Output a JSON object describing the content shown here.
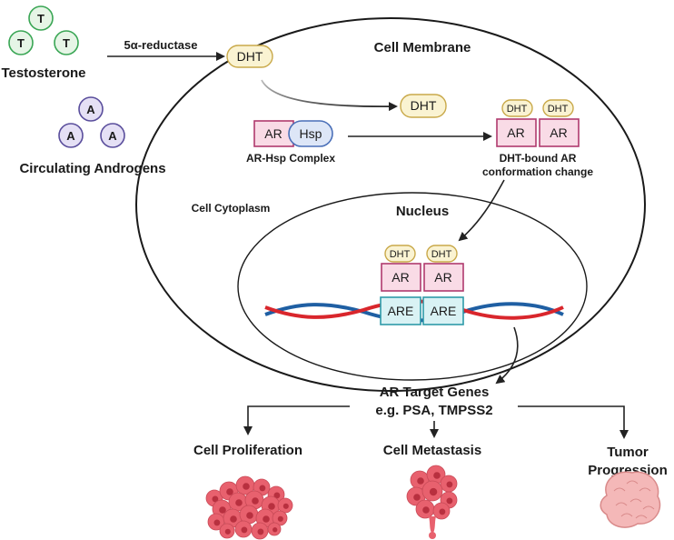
{
  "testosterone": {
    "token": "T",
    "label": "Testosterone"
  },
  "androgens": {
    "token": "A",
    "label": "Circulating Androgens"
  },
  "enzyme_label": "5α-reductase",
  "dht": "DHT",
  "ar": "AR",
  "hsp": "Hsp",
  "are": "ARE",
  "cell_membrane_label": "Cell Membrane",
  "cytoplasm_label": "Cell Cytoplasm",
  "nucleus_label": "Nucleus",
  "complex_label": "AR-Hsp Complex",
  "conformation_label_1": "DHT-bound AR",
  "conformation_label_2": "conformation change",
  "target_genes_label": "AR Target Genes",
  "target_genes_examples": "e.g. PSA, TMPSS2",
  "outcomes": {
    "proliferation": "Cell Proliferation",
    "metastasis": "Cell Metastasis",
    "tumor_1": "Tumor",
    "tumor_2": "Progression"
  },
  "colors": {
    "token_green": "#e6f5e6",
    "token_green_stroke": "#3aa655",
    "token_purple": "#e5e0f5",
    "token_purple_stroke": "#5a4e9c",
    "dht_fill": "#faf3d2",
    "dht_stroke": "#c9a94a",
    "ar_fill": "#f9dbe6",
    "ar_stroke": "#b03a6e",
    "hsp_fill": "#dde6f7",
    "hsp_stroke": "#4a6fb8",
    "are_fill": "#d9f2f4",
    "are_stroke": "#2e9aa8",
    "dna_red": "#d9262c",
    "dna_blue": "#1f5fa3",
    "cell_red": "#e8616e",
    "tumor_pink": "#f4b8b8"
  }
}
